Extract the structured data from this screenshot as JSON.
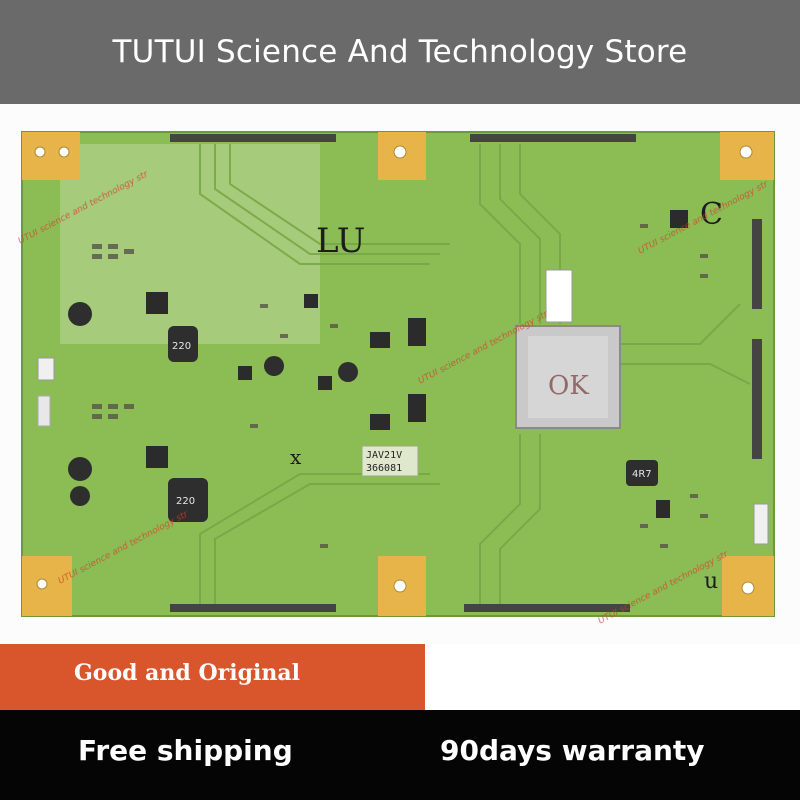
{
  "header": {
    "title": "TUTUI Science And Technology Store"
  },
  "photo": {
    "subject": "tcon-board-photo",
    "board_labels": [
      "JAV21V",
      "366081",
      "220",
      "220",
      "4R7"
    ],
    "handwritten_marks": [
      "LU",
      "C",
      "OK",
      "x",
      "u"
    ],
    "watermark": "UTUI science and technology str",
    "colors": {
      "board": "#8cbd55",
      "board_dark": "#6fa33e",
      "pad": "#e7b44a",
      "chip": "#2b2b2b",
      "shield": "#c9c9c9"
    }
  },
  "ribbon": {
    "text": "Good and Original",
    "color": "#d9552b"
  },
  "footer": {
    "left_text": "Free shipping",
    "right_text": "90days warranty",
    "color": "#050505"
  }
}
